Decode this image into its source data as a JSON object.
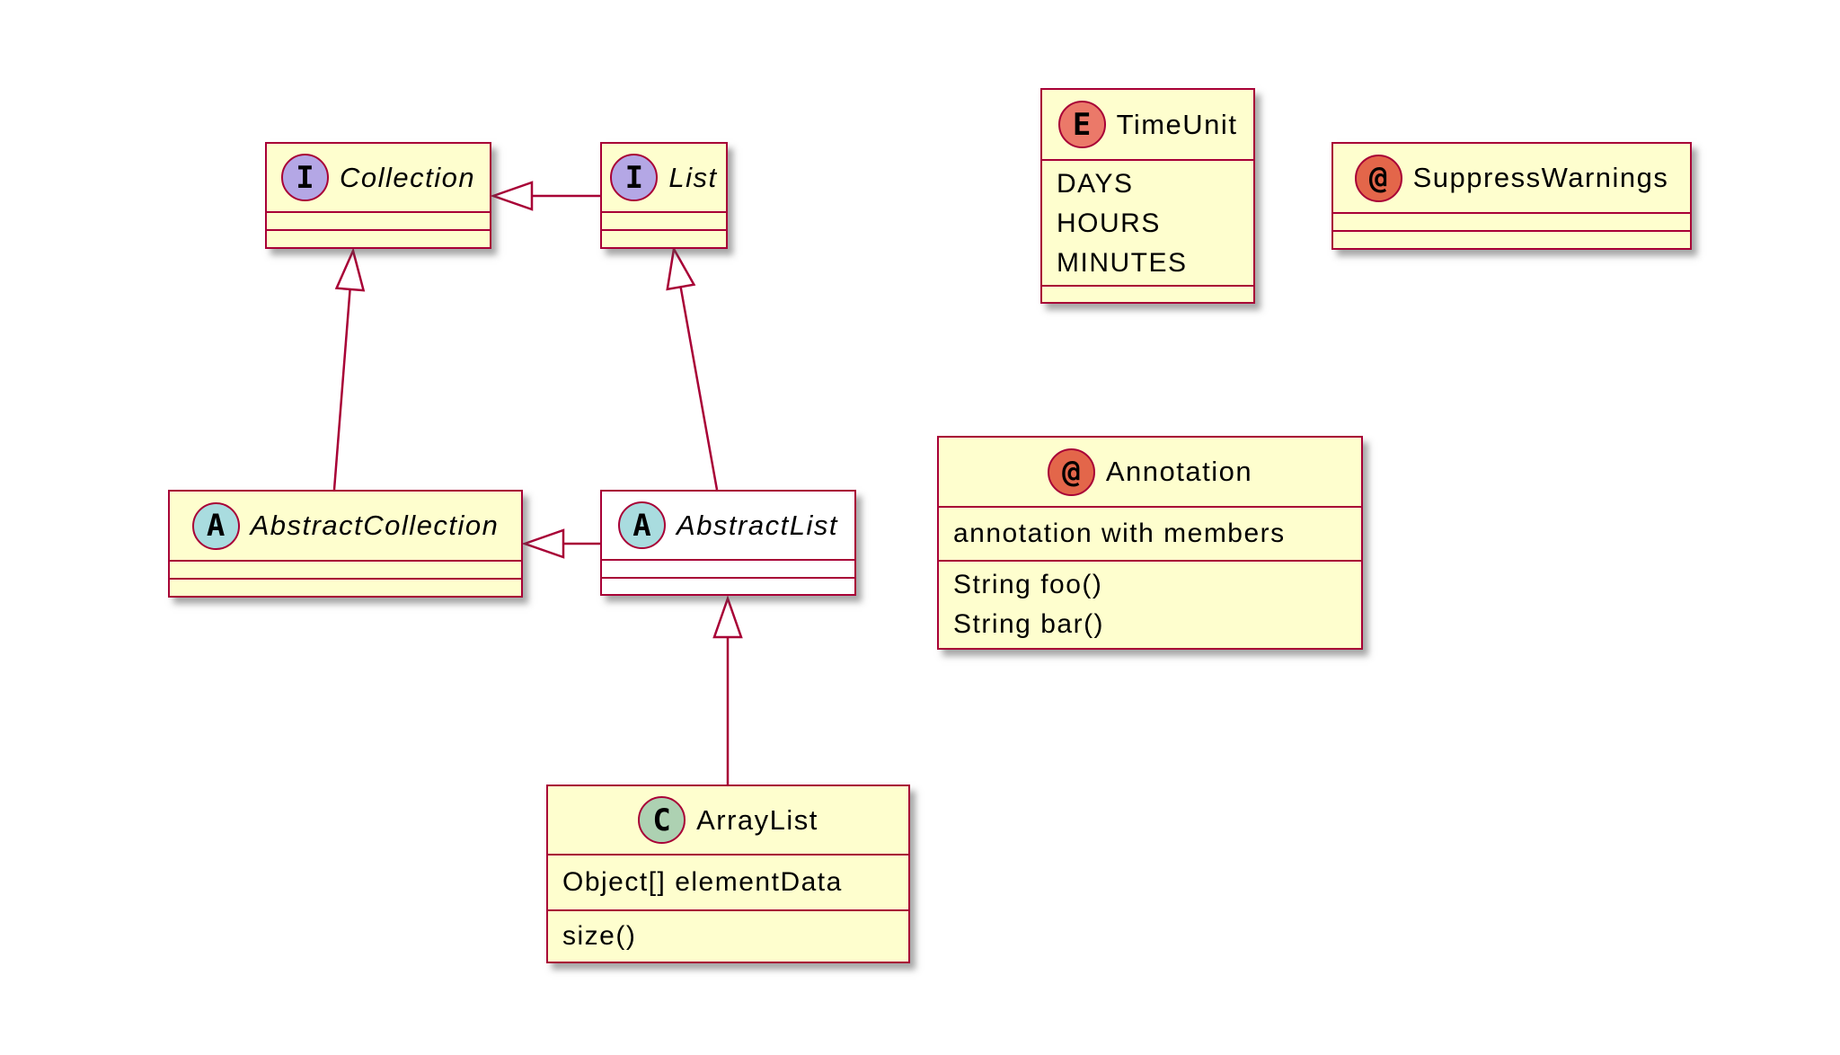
{
  "diagram_type": "uml-class-diagram",
  "colors": {
    "box_background": "#FEFECE",
    "abstractlist_background": "#FFFFFF",
    "border": "#A80036",
    "interface_spot": "#B4A7E5",
    "abstract_spot": "#A9DCDF",
    "class_spot": "#ADD1B2",
    "enum_spot": "#EB7969",
    "annotation_spot": "#E3664A"
  },
  "nodes": [
    {
      "kind": "interface",
      "letter": "I",
      "name": "Collection",
      "attributes": [],
      "methods": []
    },
    {
      "kind": "interface",
      "letter": "I",
      "name": "List",
      "attributes": [],
      "methods": []
    },
    {
      "kind": "enum",
      "letter": "E",
      "name": "TimeUnit",
      "values": [
        "DAYS",
        "HOURS",
        "MINUTES"
      ],
      "methods": []
    },
    {
      "kind": "annotation",
      "letter": "@",
      "name": "SuppressWarnings",
      "attributes": [],
      "methods": []
    },
    {
      "kind": "abstract-class",
      "letter": "A",
      "name": "AbstractCollection",
      "attributes": [],
      "methods": []
    },
    {
      "kind": "abstract-class",
      "letter": "A",
      "name": "AbstractList",
      "attributes": [],
      "methods": []
    },
    {
      "kind": "annotation",
      "letter": "@",
      "name": "Annotation",
      "attributes": [
        "annotation with members"
      ],
      "methods": [
        "String foo()",
        "String bar()"
      ]
    },
    {
      "kind": "class",
      "letter": "C",
      "name": "ArrayList",
      "attributes": [
        "Object[] elementData"
      ],
      "methods": [
        "size()"
      ]
    }
  ],
  "edges": [
    {
      "from": "List",
      "to": "Collection",
      "type": "extends"
    },
    {
      "from": "AbstractCollection",
      "to": "Collection",
      "type": "implements"
    },
    {
      "from": "AbstractList",
      "to": "List",
      "type": "implements"
    },
    {
      "from": "AbstractList",
      "to": "AbstractCollection",
      "type": "extends"
    },
    {
      "from": "ArrayList",
      "to": "AbstractList",
      "type": "extends"
    }
  ]
}
